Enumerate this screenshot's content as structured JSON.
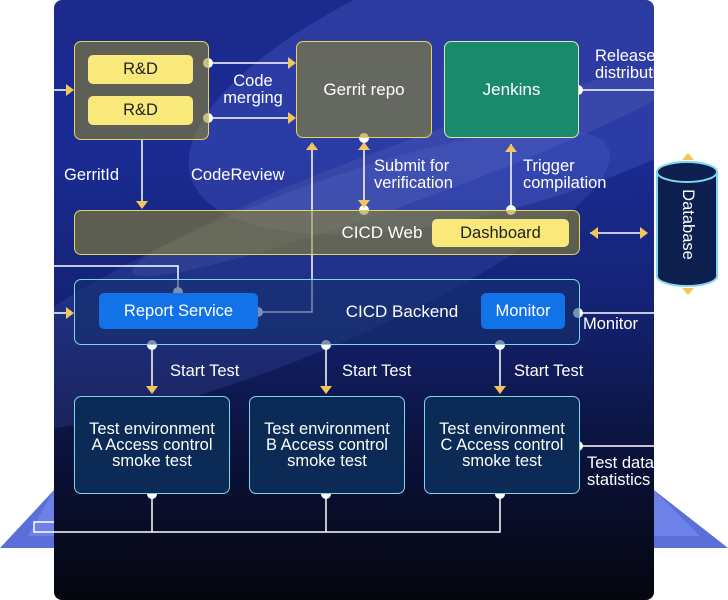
{
  "nodes": {
    "rd_top": "R&D",
    "rd_bottom": "R&D",
    "gerrit": "Gerrit repo",
    "jenkins": "Jenkins",
    "cicd_web": "CICD Web",
    "dashboard": "Dashboard",
    "report_service": "Report Service",
    "cicd_backend": "CICD Backend",
    "monitor": "Monitor",
    "test_a": "Test environment A Access control smoke test",
    "test_b": "Test environment B Access control smoke test",
    "test_c": "Test environment C Access control smoke test",
    "database": "Database"
  },
  "labels": {
    "code_merging": "Code merging",
    "release": "Release distribution",
    "gerrit_id": "GerritId",
    "code_review": "CodeReview",
    "submit": "Submit for verification",
    "trigger": "Trigger compilation",
    "monitor_side": "Monitor",
    "start_test_a": "Start Test",
    "start_test_b": "Start Test",
    "start_test_c": "Start Test",
    "test_data": "Test data statistics"
  },
  "colors": {
    "arrow": "#f2c65a",
    "line": "#ffffff",
    "olive_border": "#e8d45a",
    "jenkins_fill": "#1a8a6c",
    "teal_border": "#7fd6ea",
    "pill_yellow": "#f8e97a",
    "pill_blue": "#1272e8"
  }
}
